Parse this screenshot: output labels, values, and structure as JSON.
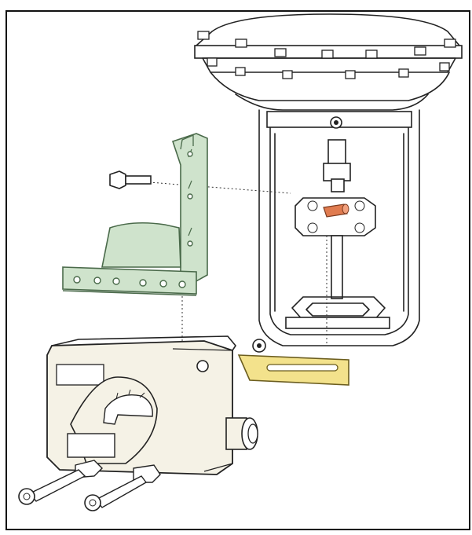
{
  "caption": "",
  "colors": {
    "bracket": "#cfe3cc",
    "bracket_stroke": "#4a6a4a",
    "lever": "#f3e28c",
    "lever_stroke": "#6b5d1f",
    "positioner": "#f5f2e6",
    "pin": "#e07b4f",
    "frame": "#1a1a1a"
  },
  "parts": [
    {
      "name": "actuator",
      "icon": "actuator-housing"
    },
    {
      "name": "yoke",
      "icon": "yoke-frame"
    },
    {
      "name": "mounting-bracket",
      "icon": "l-bracket"
    },
    {
      "name": "feedback-lever",
      "icon": "slotted-lever"
    },
    {
      "name": "positioner",
      "icon": "positioner-box"
    },
    {
      "name": "bolt",
      "icon": "hex-bolt"
    },
    {
      "name": "cable-gland",
      "icon": "cable-gland"
    },
    {
      "name": "stem-pin",
      "icon": "pin"
    }
  ]
}
